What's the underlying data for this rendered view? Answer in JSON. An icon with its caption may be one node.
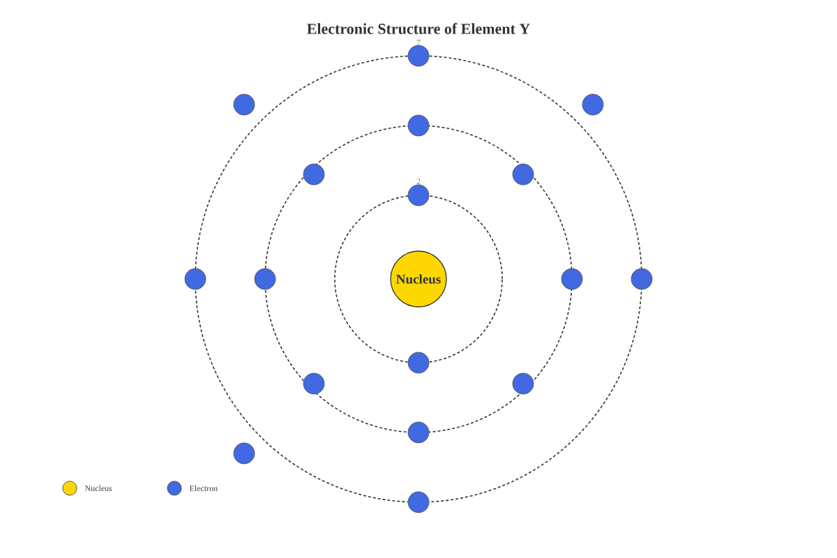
{
  "diagram": {
    "title": "Electronic Structure of Element Y",
    "nodes": [
      {
        "text": [
          "Nucleus"
        ]
      },
      {
        "text": [],
        "shape": "circle"
      },
      {
        "text": [],
        "shape": "circle"
      },
      {
        "text": [],
        "shape": "circle"
      },
      {
        "text": [],
        "shape": "circle"
      },
      {
        "text": [],
        "shape": "circle"
      },
      {
        "text": [],
        "shape": "circle"
      },
      {
        "text": [],
        "shape": "circle"
      },
      {
        "text": [],
        "shape": "circle"
      },
      {
        "text": [],
        "shape": "circle"
      },
      {
        "text": [],
        "shape": "circle"
      },
      {
        "text": [],
        "shape": "circle"
      },
      {
        "text": [],
        "shape": "circle"
      },
      {
        "text": [],
        "shape": "circle"
      },
      {
        "text": [],
        "shape": "circle"
      },
      {
        "text": [],
        "shape": "circle"
      },
      {
        "text": [],
        "shape": "circle"
      },
      {
        "text": [],
        "shape": "circle"
      }
    ],
    "labels": [
      "7",
      "2"
    ],
    "legend": [
      {
        "text": "Nucleus",
        "color": "#ffd700"
      },
      {
        "text": "Electron",
        "color": "#4169e1"
      }
    ]
  }
}
